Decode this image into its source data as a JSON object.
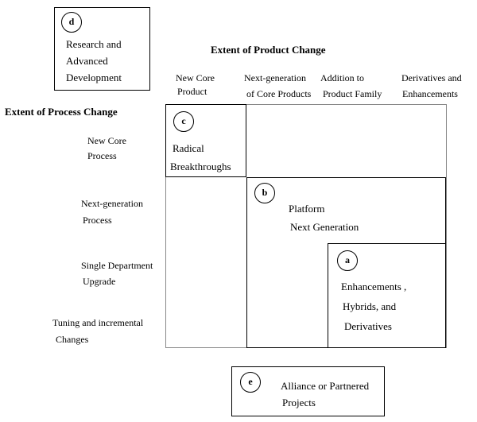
{
  "product_change_title": "Extent of Product Change",
  "process_change_title": "Extent of Process Change",
  "product_columns": [
    {
      "line1": "New Core",
      "line2": "Product"
    },
    {
      "line1": "Next-generation",
      "line2": "of Core Products"
    },
    {
      "line1": "Addition to",
      "line2": "Product Family"
    },
    {
      "line1": "Derivatives and",
      "line2": "Enhancements"
    }
  ],
  "process_rows": [
    {
      "line1": "New Core",
      "line2": "Process"
    },
    {
      "line1": "Next-generation",
      "line2": "Process"
    },
    {
      "line1": "Single Department",
      "line2": "Upgrade"
    },
    {
      "line1": "Tuning and incremental",
      "line2": "Changes"
    }
  ],
  "regions": {
    "a": {
      "letter": "a",
      "line1": "Enhancements ,",
      "line2": "Hybrids, and",
      "line3": "Derivatives"
    },
    "b": {
      "letter": "b",
      "line1": "Platform",
      "line2": "Next Generation"
    },
    "c": {
      "letter": "c",
      "line1": "Radical",
      "line2": "Breakthroughs"
    },
    "d": {
      "letter": "d",
      "line1": "Research and",
      "line2": "Advanced",
      "line3": "Development"
    },
    "e": {
      "letter": "e",
      "line1": "Alliance or Partnered",
      "line2": "Projects"
    }
  }
}
